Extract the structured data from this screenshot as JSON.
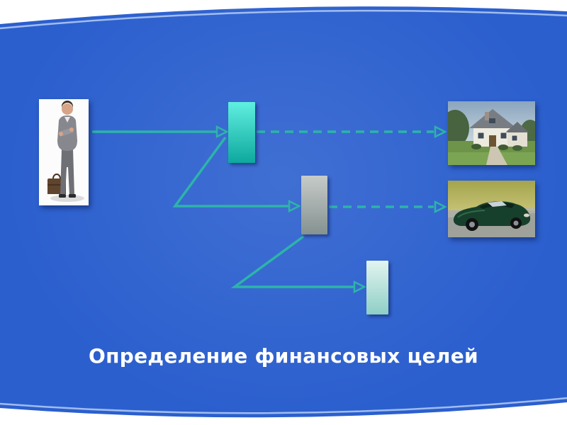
{
  "slide": {
    "title": "Определение финансовых целей"
  },
  "colors": {
    "background": "#2b5fce",
    "arrow": "#2db4a8",
    "bar1_top": "#60efe0",
    "bar1_bottom": "#0ea89e",
    "bar2_top": "#c6cbc9",
    "bar2_bottom": "#859290",
    "bar3_top": "#e3f4ef",
    "bar3_bottom": "#8dcfc5"
  },
  "images": {
    "person": {
      "name": "businessman-photo",
      "alt": "man in gray suit with briefcase"
    },
    "house": {
      "name": "house-photo",
      "alt": "white house with lawn and trees"
    },
    "car": {
      "name": "car-photo",
      "alt": "dark green convertible car on road"
    }
  }
}
